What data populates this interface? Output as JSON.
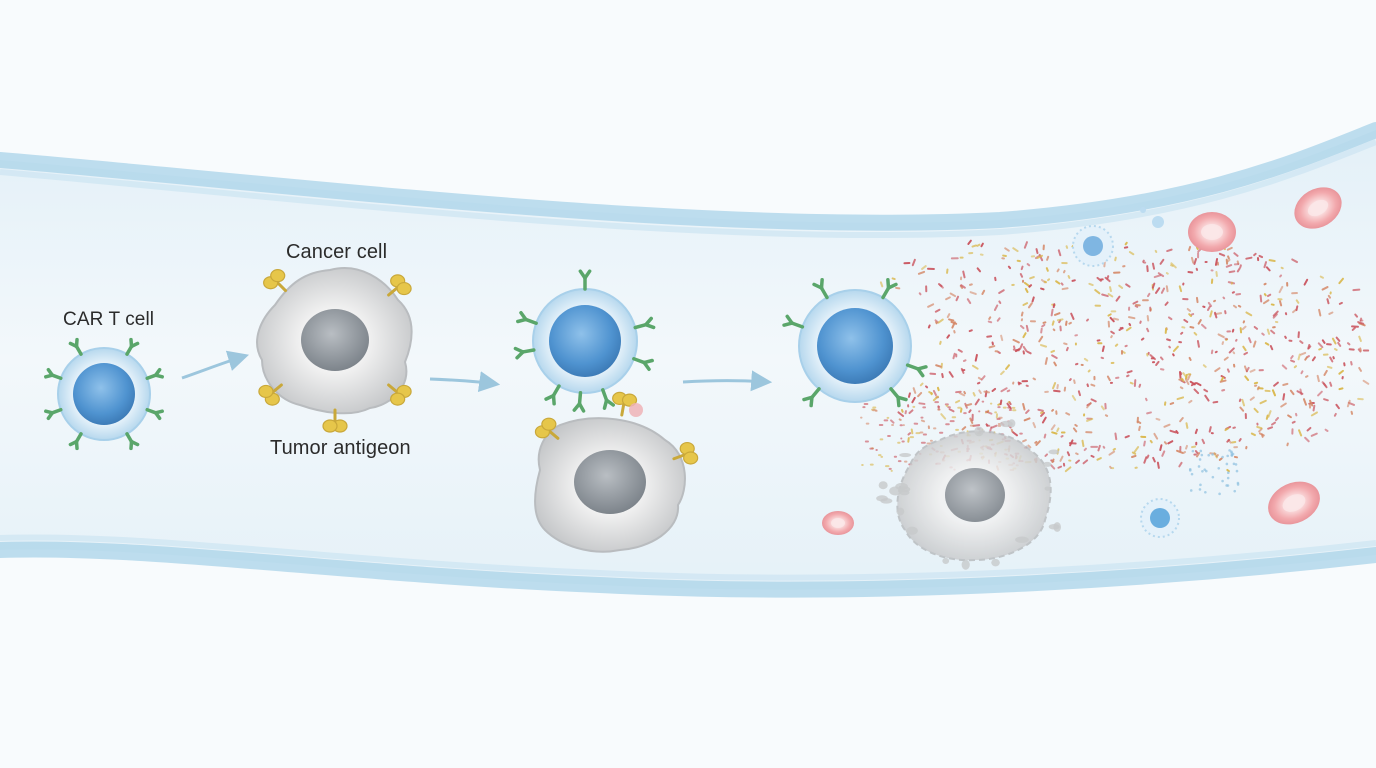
{
  "labels": {
    "car_t_cell": "CAR T cell",
    "cancer_cell": "Cancer cell",
    "tumor_antigen": "Tumor antigeon"
  },
  "colors": {
    "vessel_wall": "#a9d3e8",
    "vessel_fill": "#e9f3f9",
    "t_cell_nucleus": "#4f93d0",
    "t_cell_body": "#cfe6f5",
    "car_receptor": "#5aa66a",
    "antigen": "#e6c64a",
    "cancer_body": "#d9d9d9",
    "cancer_nucleus": "#8e959c",
    "red_blood_cell": "#f1a3a8",
    "cytokine_red": "#c9505a",
    "cytokine_yellow": "#d9b648",
    "arrow": "#9cc6dd"
  },
  "icons": [
    "car-t-cell-icon",
    "cancer-cell-icon",
    "antigen-icon",
    "receptor-icon",
    "red-blood-cell-icon",
    "cytokine-particle-icon",
    "arrow-right-icon"
  ]
}
